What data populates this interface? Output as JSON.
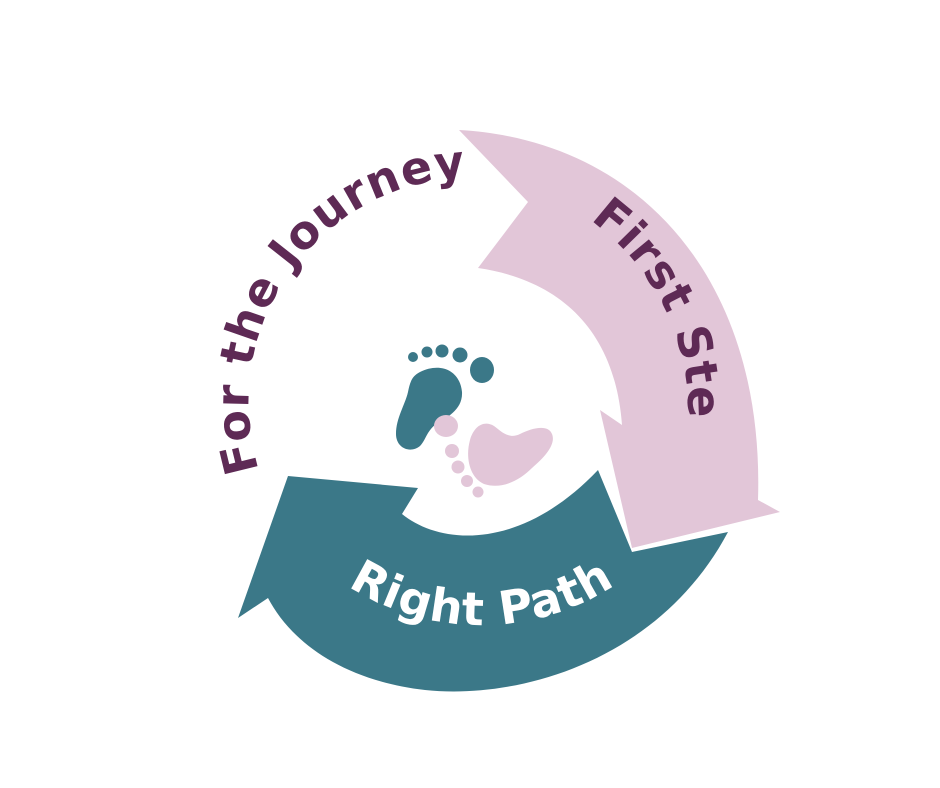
{
  "diagram": {
    "segments": [
      {
        "id": "first-step",
        "label": "First Step",
        "fill": "#e2c6d8",
        "text_color": "#5e2a55"
      },
      {
        "id": "right-path",
        "label": "Right Path",
        "fill": "#3b7888",
        "text_color": "#ffffff"
      },
      {
        "id": "for-the-journey",
        "label": "For the Journey",
        "fill": "#ffffff",
        "text_color": "#5e2a55"
      }
    ],
    "icons": {
      "left_footprint": {
        "name": "footprint-icon",
        "color": "#3b7888"
      },
      "right_footprint": {
        "name": "footprint-icon",
        "color": "#e2c6d8"
      }
    }
  }
}
